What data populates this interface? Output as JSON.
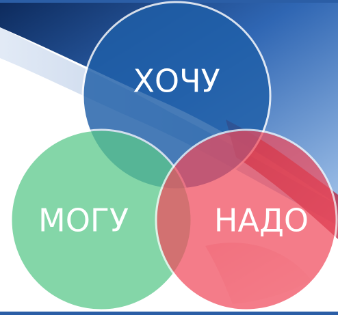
{
  "diagram": {
    "type": "venn",
    "circles": [
      {
        "id": "want",
        "label": "ХОЧУ",
        "color": "#1f5fa8"
      },
      {
        "id": "can",
        "label": "МОГУ",
        "color": "#5cc98c"
      },
      {
        "id": "need",
        "label": "НАДО",
        "color": "#f04b5c"
      }
    ],
    "colors": {
      "background_blue": "#2b5ea6",
      "background_light": "#eef3fa",
      "outline": "#ffffff"
    }
  }
}
